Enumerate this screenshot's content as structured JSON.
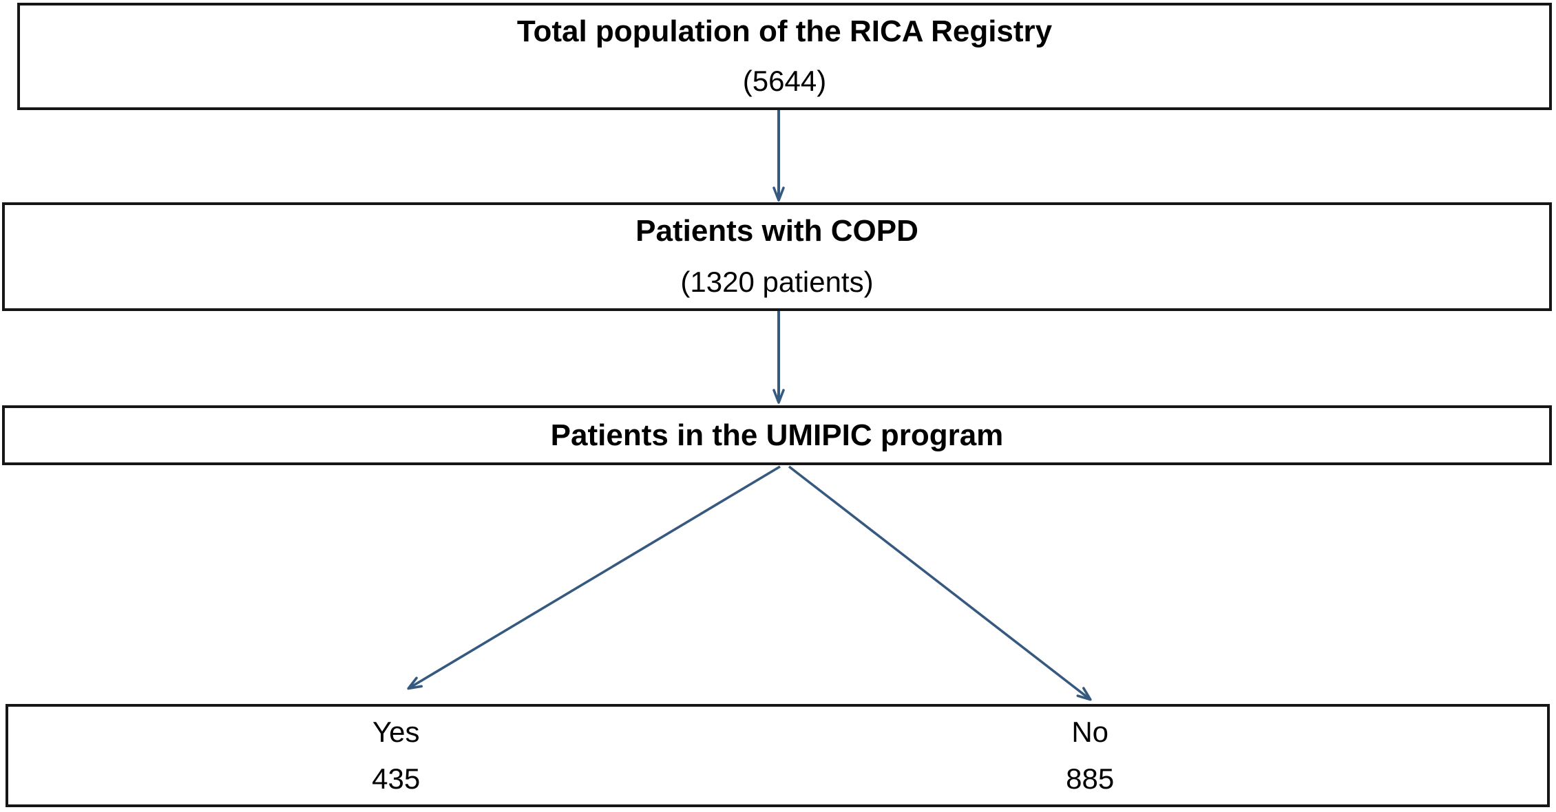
{
  "diagram": {
    "type": "flowchart",
    "nodes": [
      {
        "id": "total",
        "label": "Total population of the RICA Registry",
        "count": "(5644)"
      },
      {
        "id": "copd",
        "label": "Patients with COPD",
        "count": "(1320 patients)"
      },
      {
        "id": "umipic",
        "label": "Patients in the UMIPIC program"
      },
      {
        "id": "outcome",
        "columns": [
          {
            "label": "Yes",
            "count": "435"
          },
          {
            "label": "No",
            "count": "885"
          }
        ]
      }
    ],
    "edges": [
      {
        "from": "total",
        "to": "copd"
      },
      {
        "from": "copd",
        "to": "umipic"
      },
      {
        "from": "umipic",
        "to": "outcome-yes"
      },
      {
        "from": "umipic",
        "to": "outcome-no"
      }
    ],
    "colors": {
      "arrow": "#35597f",
      "border": "#161616",
      "background": "#ffffff",
      "text": "#000000"
    }
  }
}
